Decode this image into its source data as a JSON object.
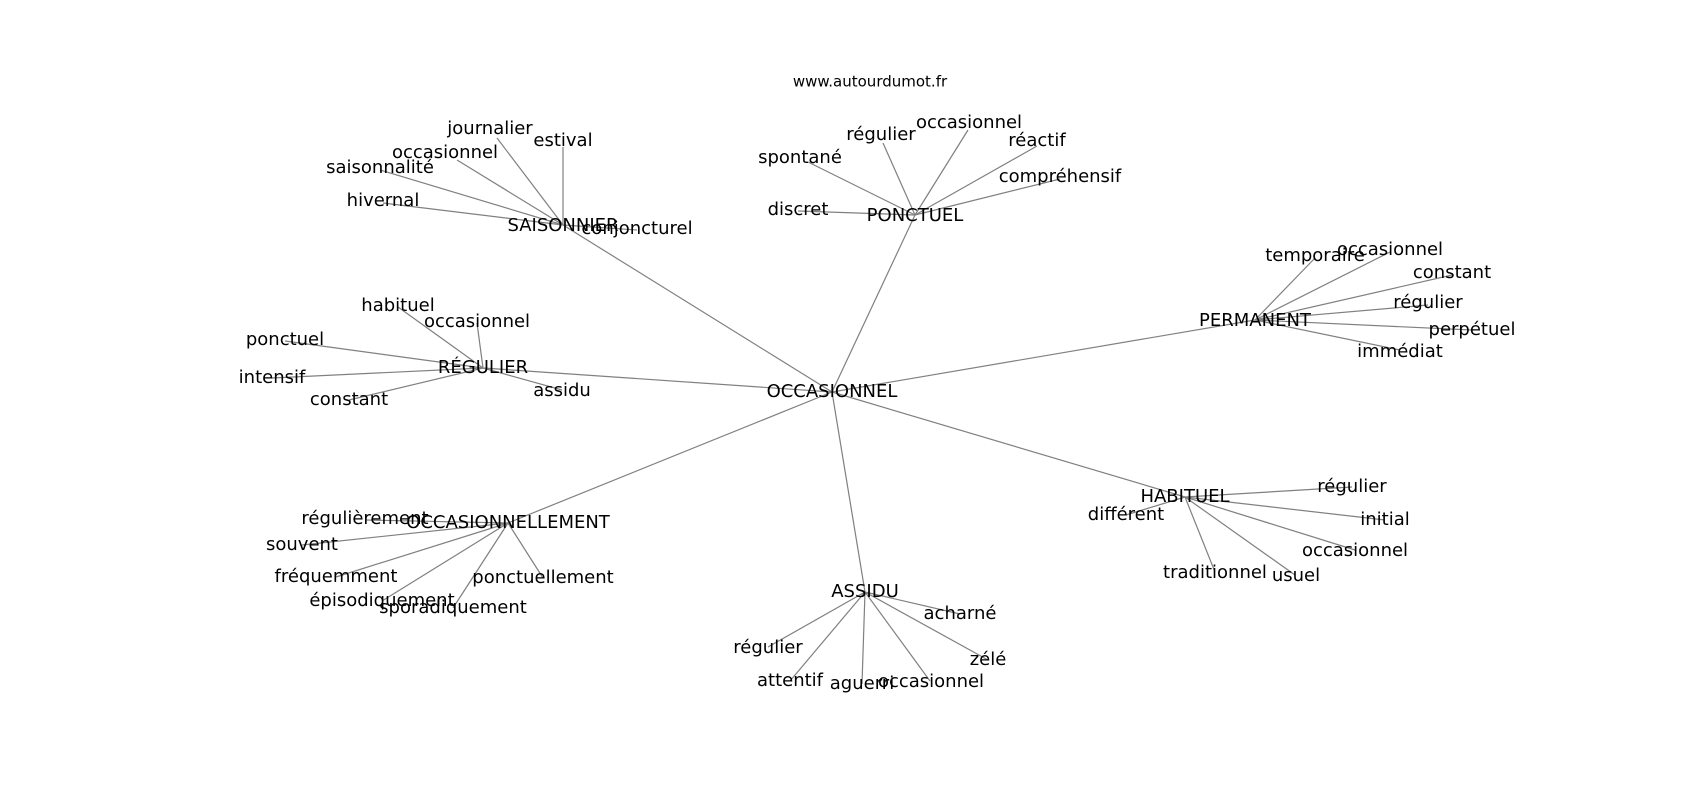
{
  "site": "www.autourdumot.fr",
  "center": "OCCASIONNEL",
  "clusters": [
    {
      "label": "SAISONNIER",
      "words": [
        "journalier",
        "estival",
        "occasionnel",
        "saisonnalité",
        "hivernal",
        "conjoncturel"
      ]
    },
    {
      "label": "PONCTUEL",
      "words": [
        "régulier",
        "occasionnel",
        "réactif",
        "spontané",
        "compréhensif",
        "discret"
      ]
    },
    {
      "label": "PERMANENT",
      "words": [
        "temporaire",
        "occasionnel",
        "constant",
        "régulier",
        "perpétuel",
        "immédiat"
      ]
    },
    {
      "label": "RÉGULIER",
      "words": [
        "habituel",
        "occasionnel",
        "ponctuel",
        "intensif",
        "constant",
        "assidu"
      ]
    },
    {
      "label": "HABITUEL",
      "words": [
        "régulier",
        "différent",
        "initial",
        "occasionnel",
        "traditionnel",
        "usuel"
      ]
    },
    {
      "label": "OCCASIONNELLEMENT",
      "words": [
        "régulièrement",
        "souvent",
        "fréquemment",
        "ponctuellement",
        "épisodiquement",
        "sporadiquement"
      ]
    },
    {
      "label": "ASSIDU",
      "words": [
        "acharné",
        "régulier",
        "zélé",
        "attentif",
        "aguerri",
        "occasionnel"
      ]
    }
  ]
}
